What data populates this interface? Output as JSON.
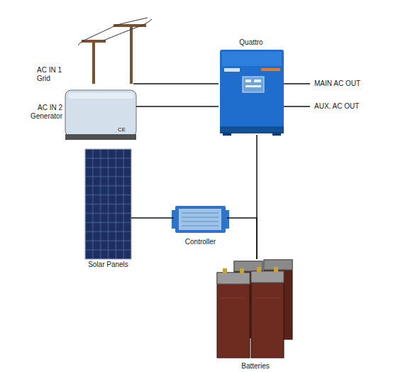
{
  "diagram": {
    "nodes": [
      {
        "text": [
          "AC IN 1 Grid"
        ]
      },
      {
        "text": [
          "AC IN 2 Generator"
        ]
      },
      {
        "text": [
          "Quattro"
        ]
      },
      {
        "text": [
          "Solar Panels"
        ]
      },
      {
        "text": [
          "Controller"
        ]
      },
      {
        "text": [
          "Batteries"
        ]
      }
    ],
    "edges": [
      {
        "from": 0,
        "to": 2,
        "arrow": "none"
      },
      {
        "from": 1,
        "to": 2,
        "arrow": "none"
      },
      {
        "from": 3,
        "to": 4,
        "arrow": "none"
      },
      {
        "from": 4,
        "to": 5,
        "arrow": "none"
      },
      {
        "from": 2,
        "to": 5,
        "arrow": "none"
      }
    ],
    "labels": [
      "MAIN AC OUT",
      "AUX. AC OUT",
      "CE"
    ]
  }
}
